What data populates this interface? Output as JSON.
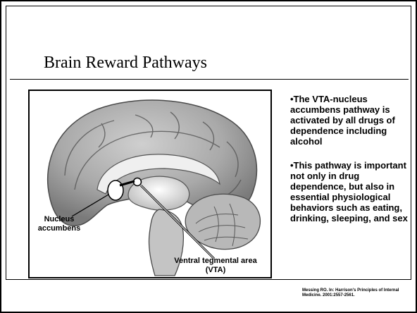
{
  "slide": {
    "title": "Brain Reward Pathways",
    "figure": {
      "labels": {
        "nucleus_accumbens": [
          "Nucleus",
          "accumbens"
        ],
        "vta": [
          "Ventral tegmental area",
          "(VTA)"
        ]
      }
    },
    "bullets": [
      "•The VTA-nucleus accumbens pathway is activated by all drugs of dependence including alcohol",
      "•This pathway is important not only in drug dependence, but also in essential physiological behaviors such as eating, drinking, sleeping, and sex"
    ],
    "citation": "Messing RO. In: Harrison's Principles of Internal Medicine. 2001:2557-2561."
  }
}
